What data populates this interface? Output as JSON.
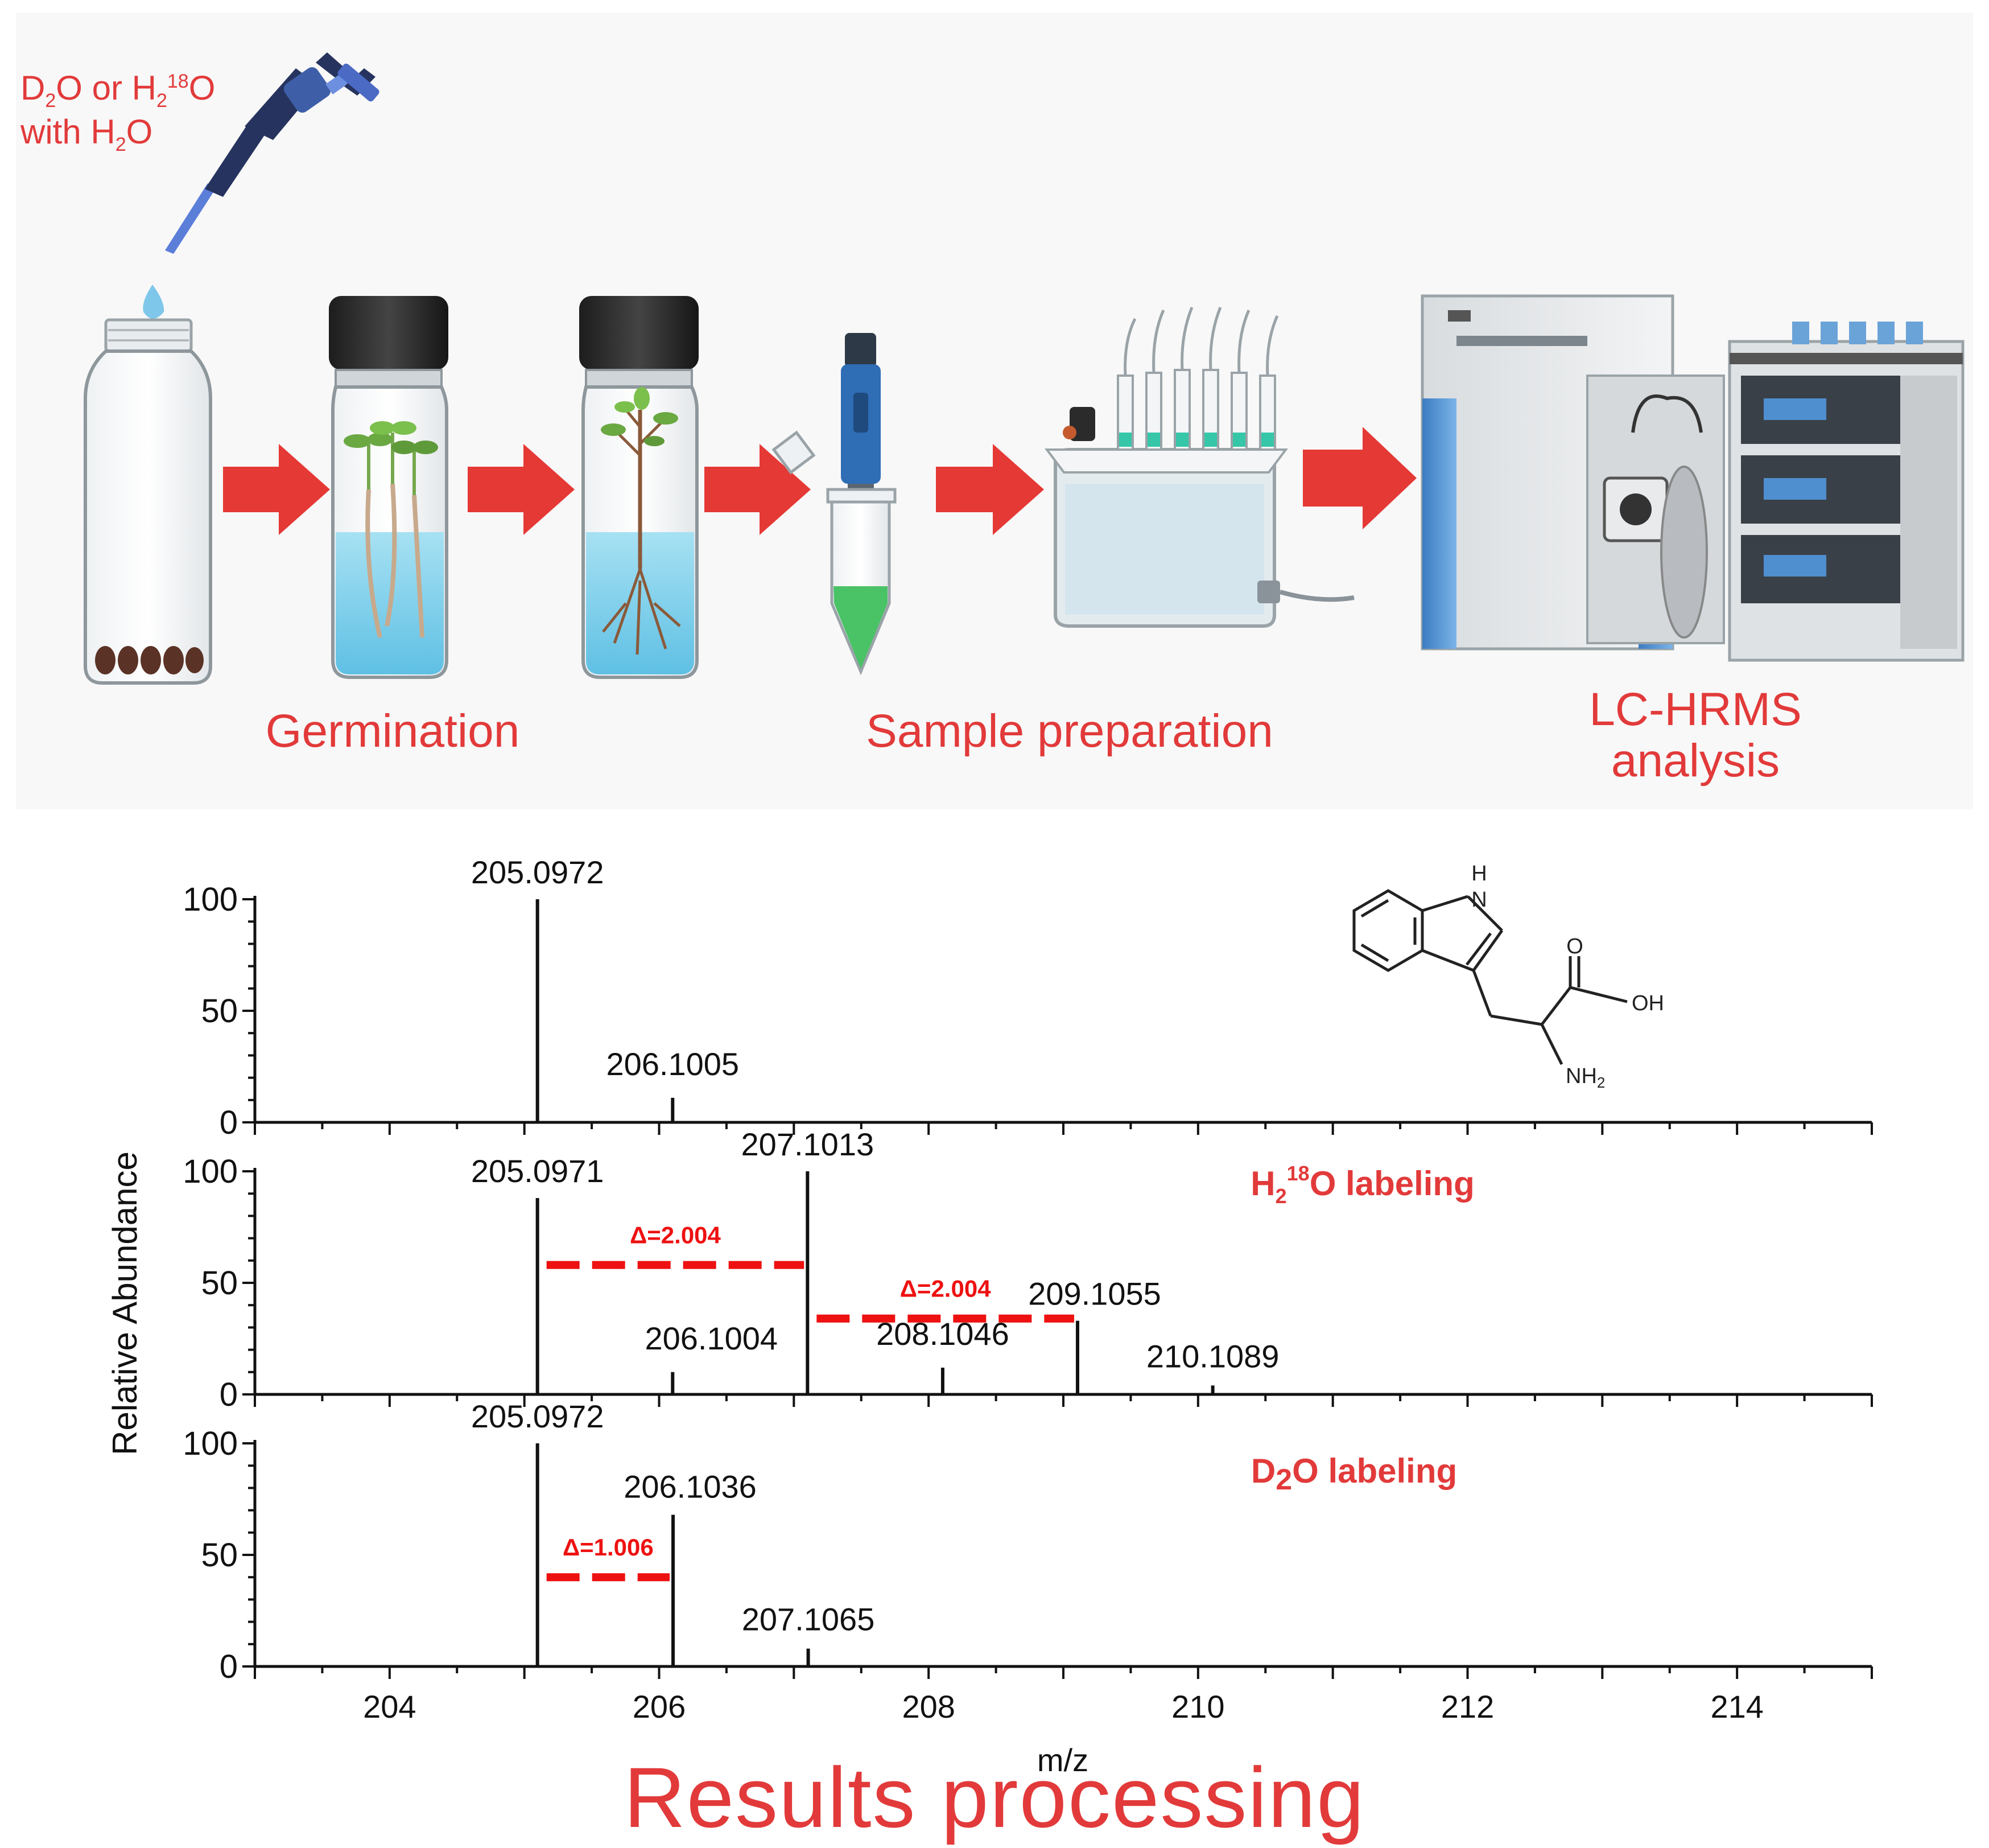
{
  "workflow": {
    "reagent": {
      "line1_a": "D",
      "line1_sub1": "2",
      "line1_b": "O or H",
      "line1_sub2": "2",
      "line1_sup": "18",
      "line1_c": "O",
      "line2_a": "with H",
      "line2_sub": "2",
      "line2_b": "O"
    },
    "stages": [
      {
        "label": "Germination"
      },
      {
        "label": "Sample preparation"
      },
      {
        "label_line1": "LC-HRMS",
        "label_line2": "analysis"
      }
    ]
  },
  "molecule": {
    "atom_h": "H",
    "atom_n": "N",
    "atom_o": "O",
    "atom_oh": "OH",
    "atom_nh": "NH",
    "atom_nh_sub": "2"
  },
  "chart_data": {
    "type": "bar",
    "subtype": "mass-spectrum-stacked",
    "xlabel": "m/z",
    "ylabel": "Relative Abundance",
    "xlim": [
      203,
      215
    ],
    "ylim": [
      0,
      100
    ],
    "x_ticks": [
      204,
      206,
      208,
      210,
      212,
      214
    ],
    "y_ticks": [
      0,
      50,
      100
    ],
    "panels": [
      {
        "title": "",
        "peaks": [
          {
            "mz": 205.0972,
            "rel": 100,
            "label": "205.0972"
          },
          {
            "mz": 206.1005,
            "rel": 11,
            "label": "206.1005"
          }
        ],
        "deltas": []
      },
      {
        "title_a": "H",
        "title_sub": "2",
        "title_sup": "18",
        "title_b": "O labeling",
        "peaks": [
          {
            "mz": 205.0971,
            "rel": 88,
            "label": "205.0971"
          },
          {
            "mz": 206.1004,
            "rel": 10,
            "label": "206.1004"
          },
          {
            "mz": 207.1013,
            "rel": 100,
            "label": "207.1013"
          },
          {
            "mz": 208.1046,
            "rel": 12,
            "label": "208.1046"
          },
          {
            "mz": 209.1055,
            "rel": 33,
            "label": "209.1055"
          },
          {
            "mz": 210.1089,
            "rel": 4,
            "label": "210.1089"
          }
        ],
        "deltas": [
          {
            "from": 205.0971,
            "to": 207.1013,
            "level": 58,
            "label": "Δ=2.004"
          },
          {
            "from": 207.1013,
            "to": 209.1055,
            "level": 34,
            "label": "Δ=2.004"
          }
        ]
      },
      {
        "title_a": "D",
        "title_sub": "2",
        "title_b": "O labeling",
        "peaks": [
          {
            "mz": 205.0972,
            "rel": 100,
            "label": "205.0972"
          },
          {
            "mz": 206.1036,
            "rel": 68,
            "label": "206.1036"
          },
          {
            "mz": 207.1065,
            "rel": 8,
            "label": "207.1065"
          }
        ],
        "deltas": [
          {
            "from": 205.0972,
            "to": 206.1036,
            "level": 40,
            "label": "Δ=1.006"
          }
        ]
      }
    ]
  },
  "results": {
    "title": "Results processing"
  },
  "colors": {
    "accent_red": "#e23a3a",
    "dash_red": "#ee1111",
    "axis": "#111111",
    "pipette_navy": "#26335e",
    "water_blue": "#8ad4ec",
    "instrument_blue": "#4f8fcf"
  }
}
